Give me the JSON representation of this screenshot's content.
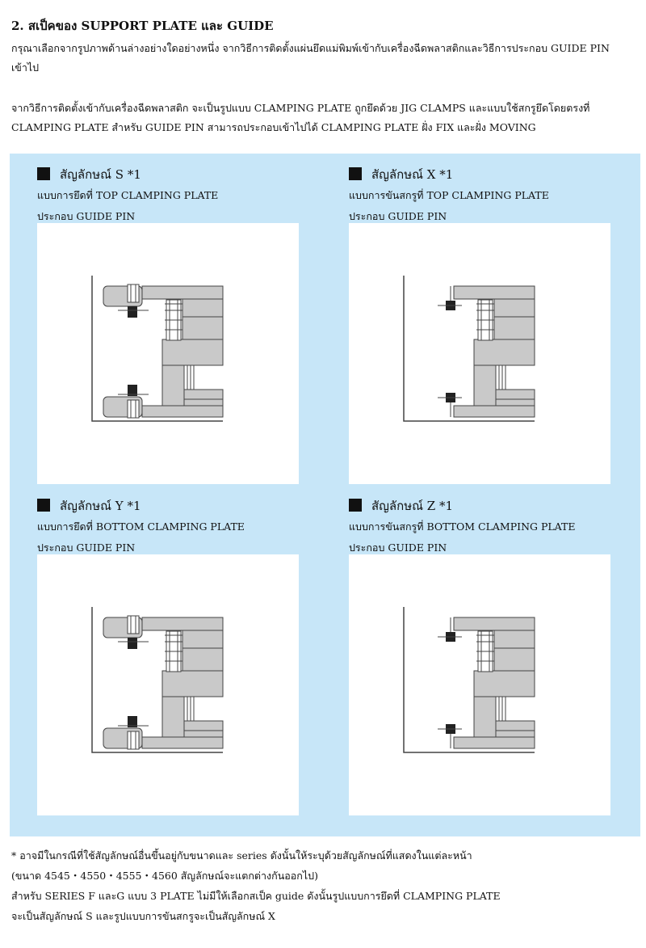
{
  "heading": "2. สเป็คของ SUPPORT PLATE และ GUIDE",
  "intro": "กรุณาเลือกจากรูปภาพด้านล่างอย่างใดอย่างหนึ่ง จากวิธีการติดตั้งแผ่นยึดแม่พิมพ์เข้ากับเครื่องฉีดพลาสติกและวิธีการประกอบ GUIDE PIN เข้าไป",
  "desc": "จากวิธีการติดตั้งเข้ากับเครื่องฉีดพลาสติก จะเป็นรูปแบบ CLAMPING PLATE ถูกยึดด้วย JIG CLAMPS และแบบใช้สกรูยึดโดยตรงที่ CLAMPING PLATE สำหรับ GUIDE PIN สามารถประกอบเข้าไปได้ CLAMPING PLATE ฝั่ง FIX และฝั่ง MOVING",
  "options": [
    {
      "title": "สัญลักษณ์ S *1",
      "line1": "แบบการยึดที่ TOP CLAMPING PLATE",
      "line2": "ประกอบ GUIDE PIN"
    },
    {
      "title": "สัญลักษณ์ X *1",
      "line1": "แบบการขันสกรูที่ TOP CLAMPING PLATE",
      "line2": "ประกอบ GUIDE PIN"
    },
    {
      "title": "สัญลักษณ์ Y *1",
      "line1": "แบบการยึดที่ BOTTOM CLAMPING PLATE",
      "line2": "ประกอบ GUIDE PIN"
    },
    {
      "title": "สัญลักษณ์ Z *1",
      "line1": "แบบการขันสกรูที่ BOTTOM CLAMPING PLATE",
      "line2": "ประกอบ GUIDE PIN"
    }
  ],
  "footnotes": [
    "* อาจมีในกรณีที่ใช้สัญลักษณ์อื่นขึ้นอยู่กับขนาดและ series ดังนั้นให้ระบุด้วยสัญลักษณ์ที่แสดงในแต่ละหน้า",
    "(ขนาด 4545・4550・4555・4560 สัญลักษณ์จะแตกต่างกันออกไป)",
    "สำหรับ SERIES F และG แบบ 3 PLATE ไม่มีให้เลือกสเป็ค guide ดังนั้นรูปแบบการยึดที่ CLAMPING PLATE",
    "จะเป็นสัญลักษณ์ S และรูปแบบการขันสกรูจะเป็นสัญลักษณ์ X"
  ]
}
